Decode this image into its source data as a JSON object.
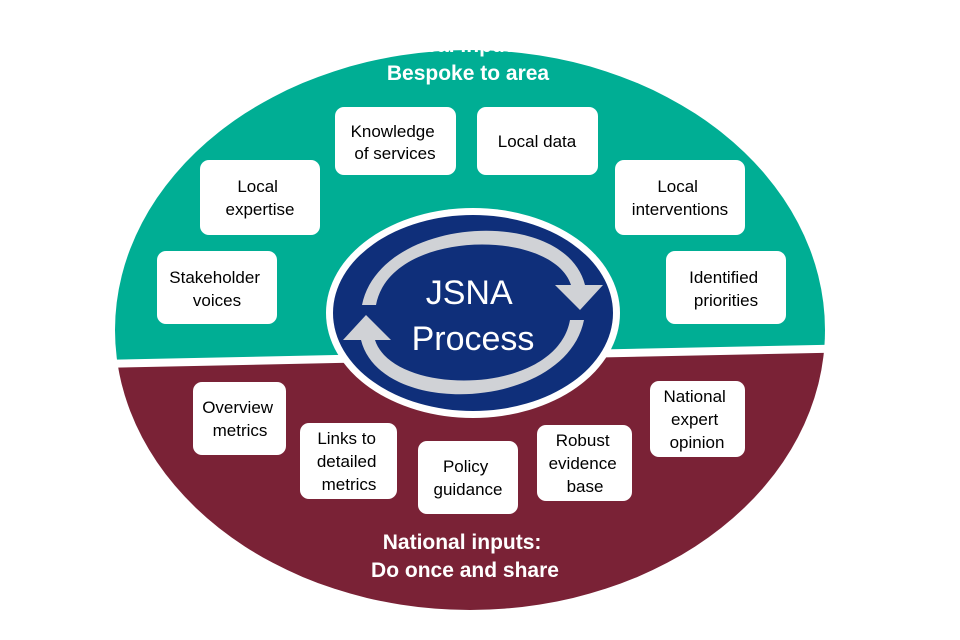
{
  "colors": {
    "local": "#00AE94",
    "national": "#7A2236",
    "center": "#0F2F7A",
    "arrow": "#D0D2D6",
    "box": "#ffffff"
  },
  "local_heading": [
    "Local inputs:",
    "Bespoke to area"
  ],
  "national_heading": [
    "National inputs:",
    "Do once and share"
  ],
  "center_label": [
    "JSNA",
    "Process"
  ],
  "local_inputs": [
    [
      "Knowledge",
      "of services"
    ],
    [
      "Local data"
    ],
    [
      "Local",
      "expertise"
    ],
    [
      "Local",
      "interventions"
    ],
    [
      "Stakeholder",
      "voices"
    ],
    [
      "Identified",
      "priorities"
    ]
  ],
  "national_inputs": [
    [
      "Overview",
      "metrics"
    ],
    [
      "Links to",
      "detailed",
      "metrics"
    ],
    [
      "Policy",
      "guidance"
    ],
    [
      "Robust",
      "evidence",
      "base"
    ],
    [
      "National",
      "expert",
      "opinion"
    ]
  ]
}
